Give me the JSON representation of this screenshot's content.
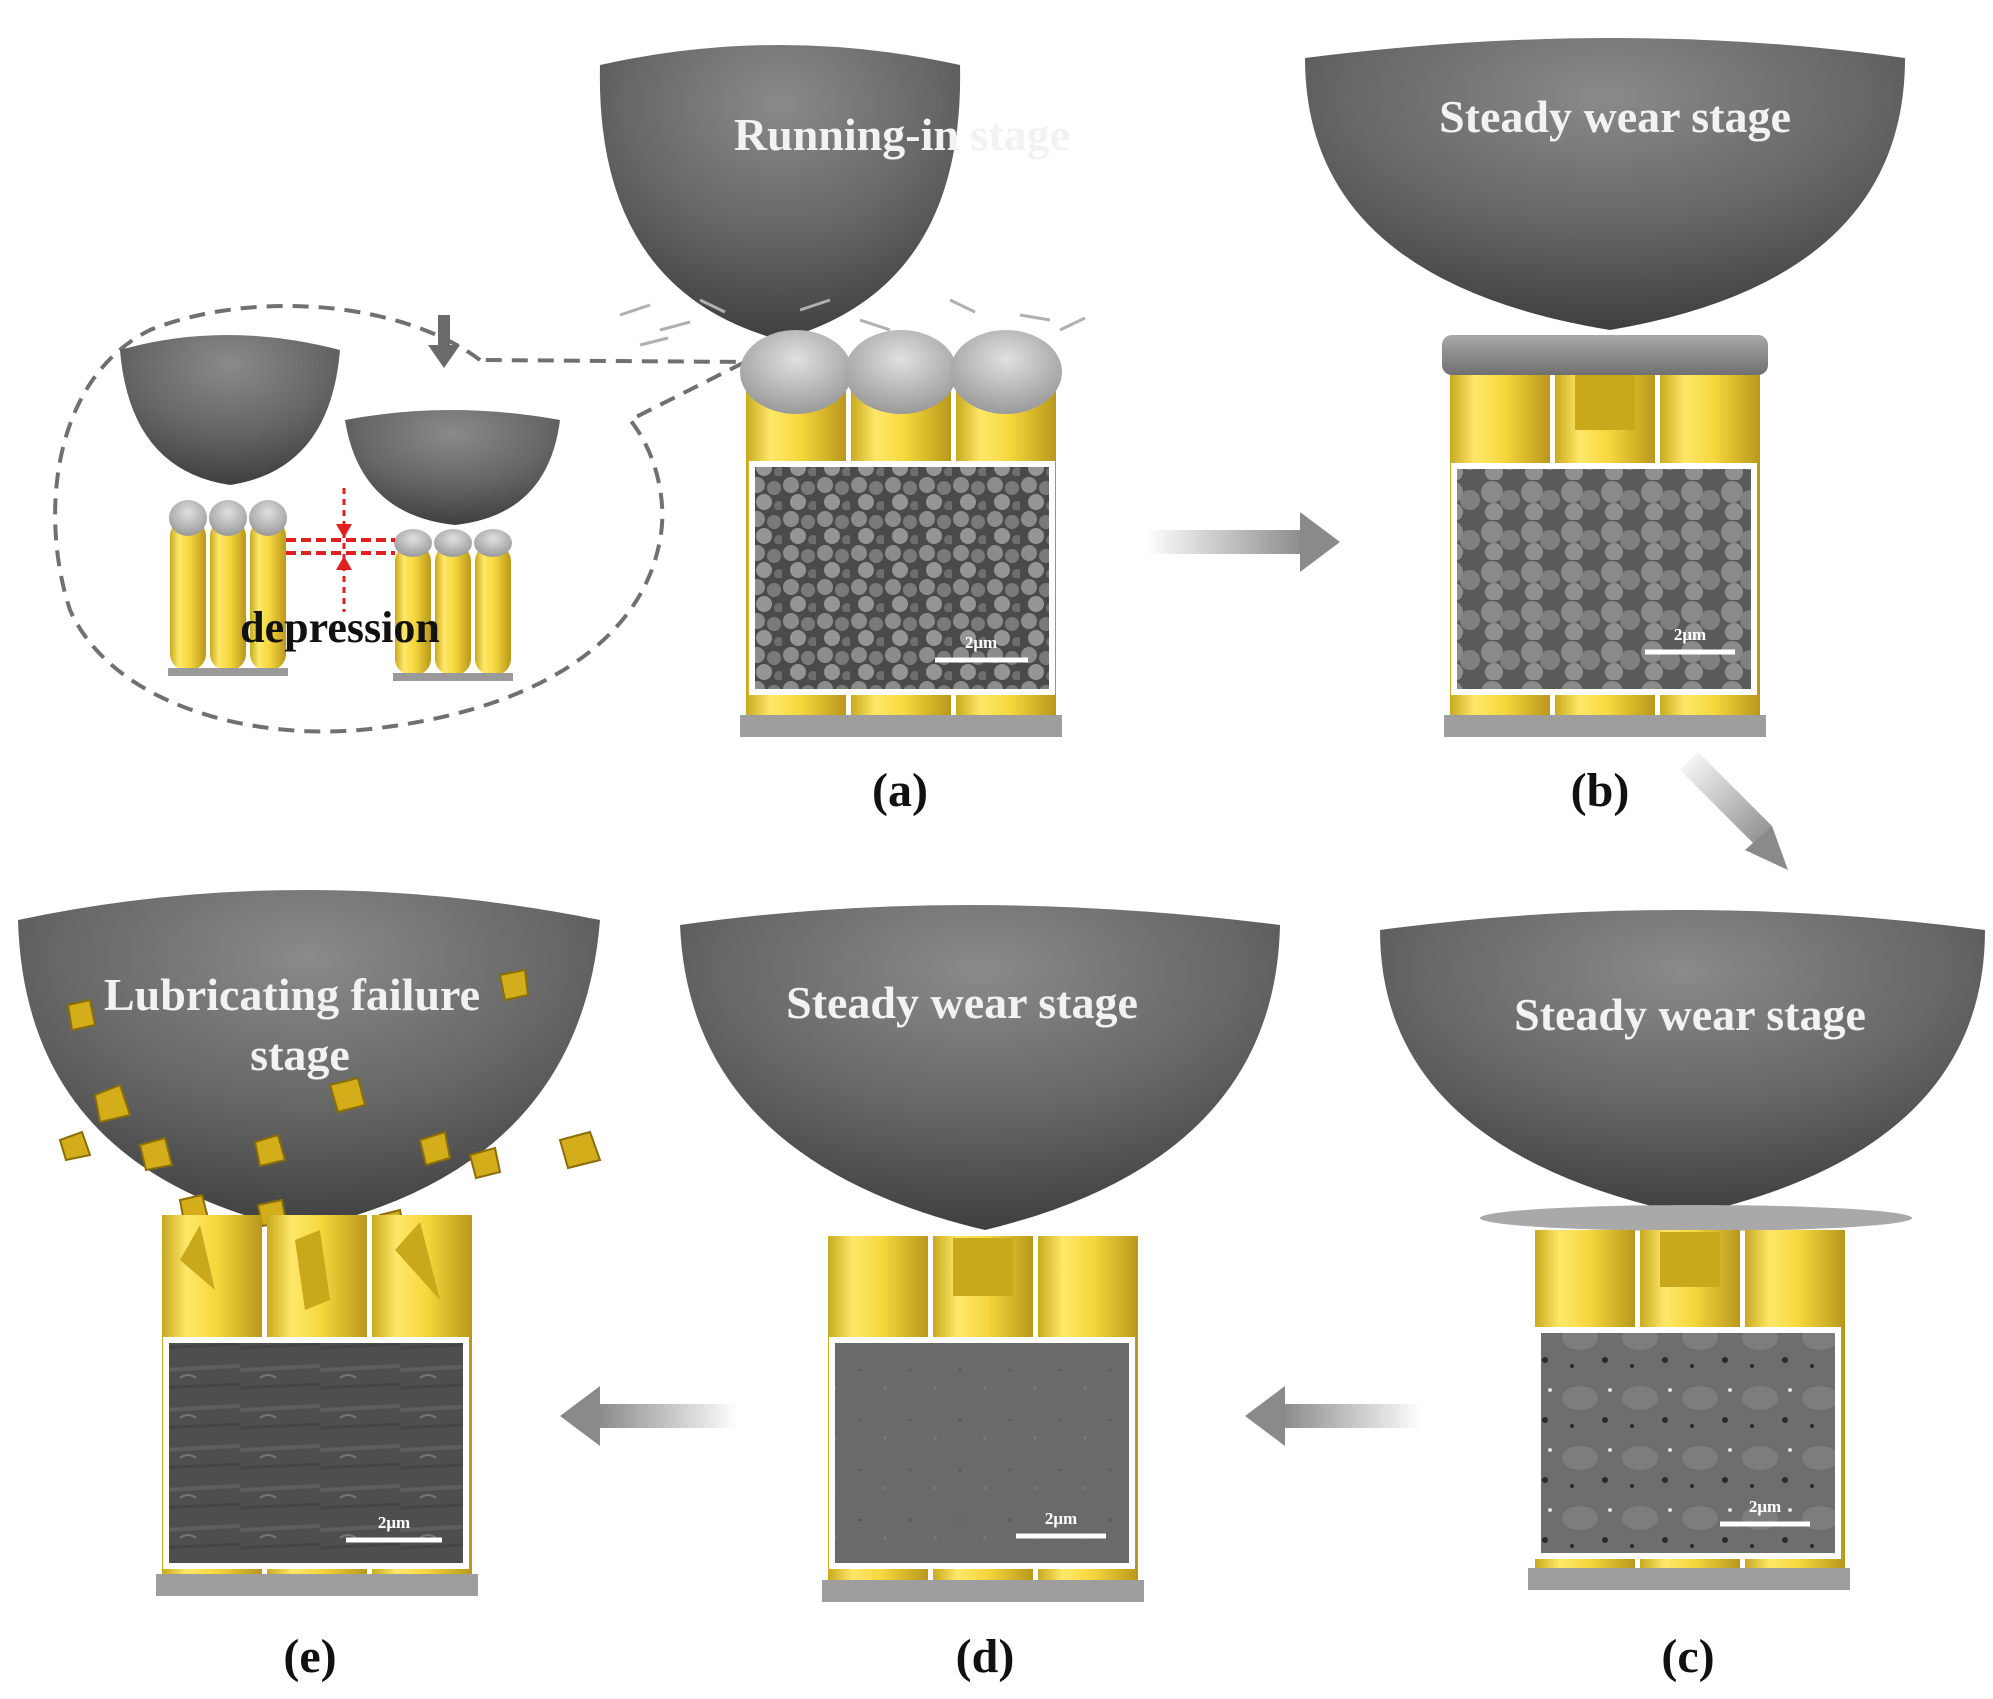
{
  "panels": {
    "a": {
      "label": "(a)",
      "stage": "Running-in stage",
      "scale": "2μm"
    },
    "b": {
      "label": "(b)",
      "stage": "Steady wear stage",
      "scale": "2μm"
    },
    "c": {
      "label": "(c)",
      "stage": "Steady wear stage",
      "scale": "2μm"
    },
    "d": {
      "label": "(d)",
      "stage": "Steady wear stage",
      "scale": "2μm"
    },
    "e": {
      "label": "(e)",
      "stage_line1": "Lubricating failure",
      "stage_line2": "stage",
      "scale": "2μm"
    }
  },
  "inset": {
    "label": "depression"
  }
}
